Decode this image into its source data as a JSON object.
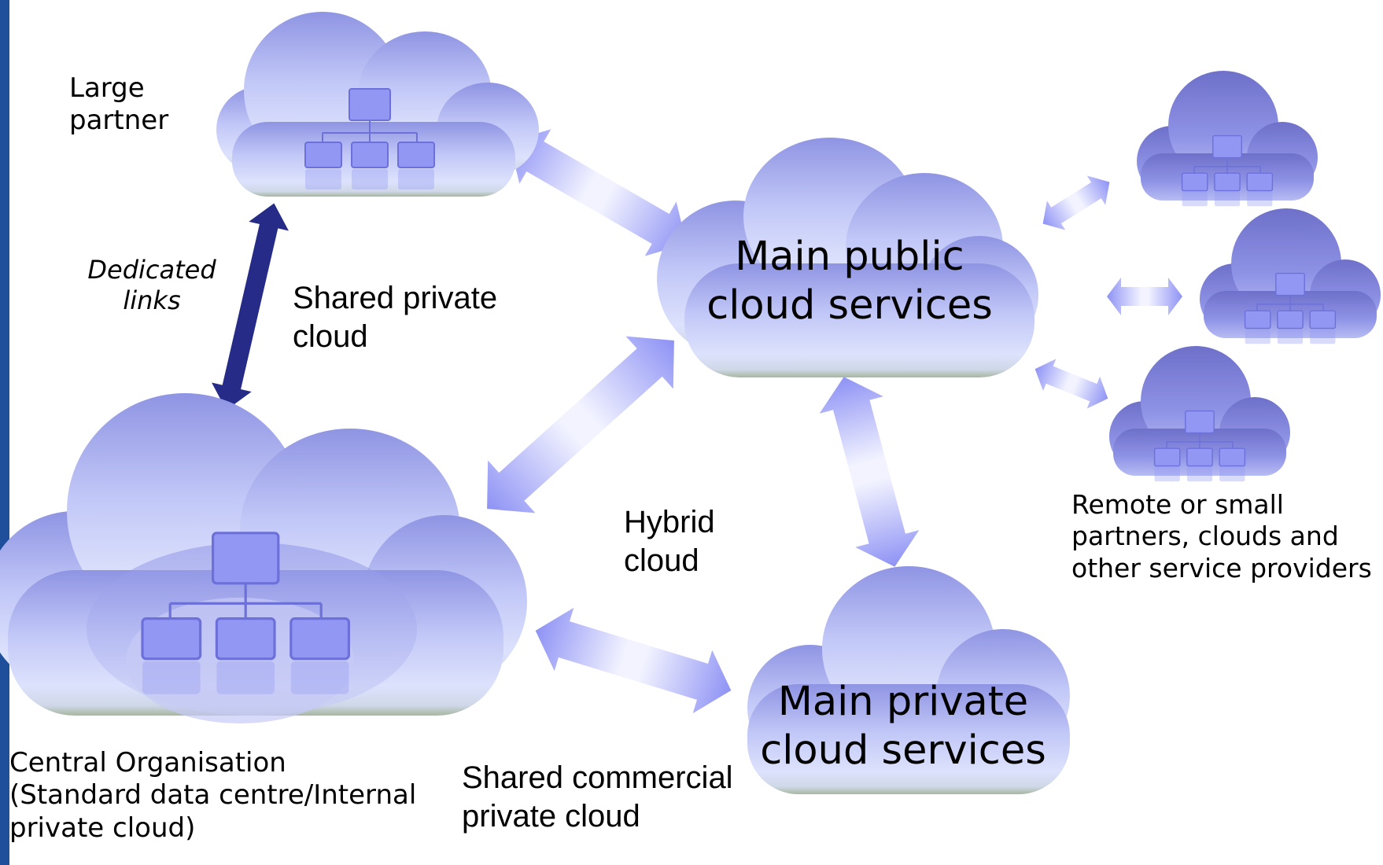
{
  "labels": {
    "large_partner": "Large\npartner",
    "dedicated_links": "Dedicated\nlinks",
    "shared_private_cloud": "Shared private\ncloud",
    "main_public": "Main public\ncloud services",
    "hybrid_cloud": "Hybrid\ncloud",
    "remote_partners": "Remote or small\npartners, clouds and\nother service providers",
    "main_private": "Main private\ncloud services",
    "central_org": "Central Organisation\n(Standard data centre/Internal\nprivate cloud)",
    "shared_commercial": "Shared commercial\nprivate cloud"
  },
  "colors": {
    "cloud_light": "#d8dcfb",
    "cloud_mid": "#a8aeee",
    "cloud_dark": "#7b7fd6",
    "cloud_base": "#aeb9a5",
    "server": "#9197f4",
    "arrow_light": "#9a9cf6",
    "dedicated_link": "#252b86",
    "left_bar": "#1f4f9a"
  }
}
